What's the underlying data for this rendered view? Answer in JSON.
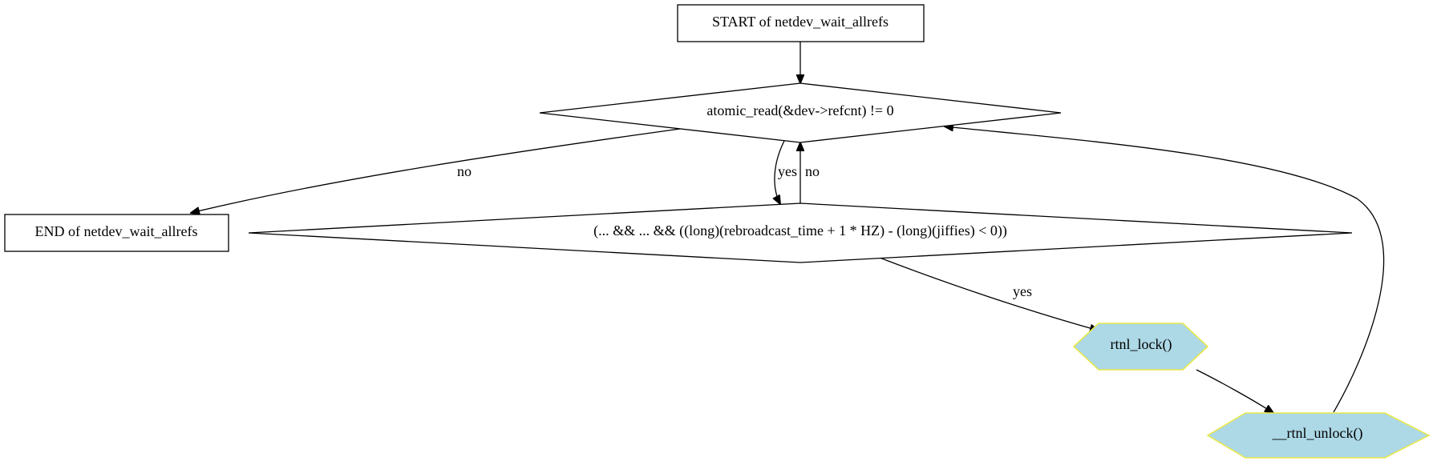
{
  "nodes": {
    "start": {
      "label": "START of netdev_wait_allrefs"
    },
    "refcnt_check": {
      "label": "atomic_read(&dev->refcnt) != 0"
    },
    "rebroadcast_check": {
      "label": "(... && ... && ((long)(rebroadcast_time + 1 * HZ) - (long)(jiffies) < 0))"
    },
    "end": {
      "label": "END of netdev_wait_allrefs"
    },
    "rtnl_lock": {
      "label": "rtnl_lock()"
    },
    "rtnl_unlock": {
      "label": "__rtnl_unlock()"
    }
  },
  "edges": {
    "refcnt_no": {
      "label": "no"
    },
    "refcnt_yes": {
      "label": "yes"
    },
    "rebroadcast_no": {
      "label": "no"
    },
    "rebroadcast_yes": {
      "label": "yes"
    }
  },
  "colors": {
    "process_fill": "#add8e6",
    "process_stroke": "#e8e84a"
  }
}
